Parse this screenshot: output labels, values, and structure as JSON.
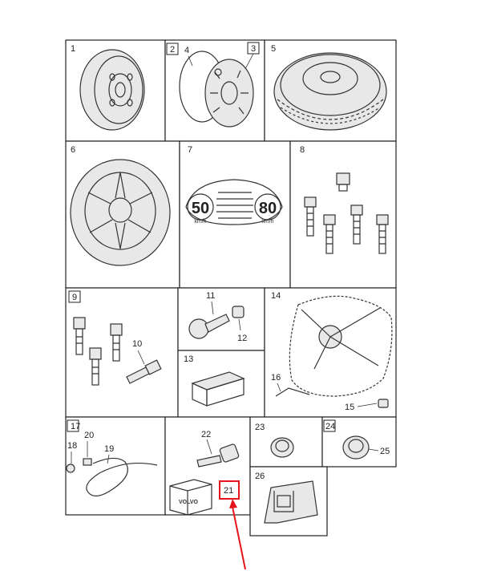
{
  "labels": {
    "p1": "1",
    "p2": "2",
    "p3": "3",
    "p4": "4",
    "p5": "5",
    "p6": "6",
    "p7": "7",
    "p8": "8",
    "p9": "9",
    "p10": "10",
    "p11": "11",
    "p12": "12",
    "p13": "13",
    "p14": "14",
    "p15": "15",
    "p16": "16",
    "p17": "17",
    "p18": "18",
    "p19": "19",
    "p20": "20",
    "p21": "21",
    "p22": "22",
    "p23": "23",
    "p24": "24",
    "p25": "25",
    "p26": "26"
  },
  "sticker": {
    "speed_left": "50",
    "speed_right": "80",
    "unit_left": "km/h",
    "unit_right": "km/h"
  },
  "brand": "VOLVO",
  "highlight_color": "#e8141c"
}
